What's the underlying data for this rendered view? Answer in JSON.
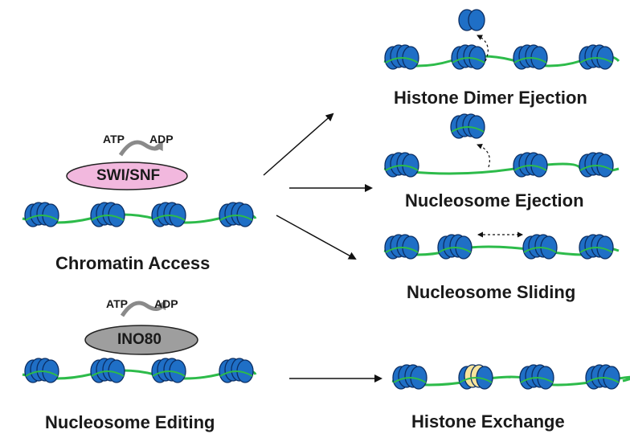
{
  "colors": {
    "histone": "#1f6fc6",
    "histone_stroke": "#0b2e63",
    "dna": "#2dbb4a",
    "swi_snf_fill": "#f2b8de",
    "ino80_fill": "#9e9e9e",
    "variant_histone": "#f7e49c",
    "arrow": "#111111",
    "cycle_arrow": "#8a8a8a"
  },
  "left": {
    "swi_snf": {
      "complex": "SWI/SNF",
      "atp": "ATP",
      "adp": "ADP",
      "caption": "Chromatin Access"
    },
    "ino80": {
      "complex": "INO80",
      "atp": "ATP",
      "adp": "ADP",
      "caption": "Nucleosome Editing"
    }
  },
  "right": {
    "dimer_ejection": "Histone Dimer Ejection",
    "nucleosome_ejection": "Nucleosome Ejection",
    "sliding": "Nucleosome Sliding",
    "exchange": "Histone Exchange"
  }
}
